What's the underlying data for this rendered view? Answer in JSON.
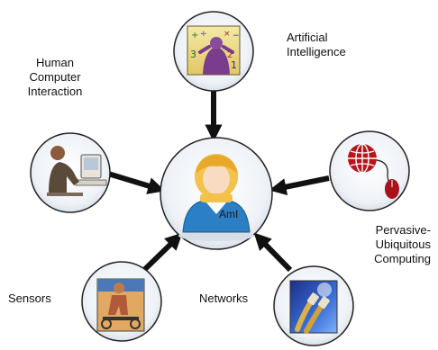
{
  "center": {
    "label": "AmI"
  },
  "nodes": {
    "ai": {
      "lines": [
        "Artificial",
        "Intelligence"
      ]
    },
    "hci": {
      "lines": [
        "Human",
        "Computer",
        "Interaction"
      ]
    },
    "pervasive": {
      "lines": [
        "Pervasive-",
        "Ubiquitous",
        "Computing"
      ]
    },
    "sensors": {
      "lines": [
        "Sensors"
      ]
    },
    "networks": {
      "lines": [
        "Networks"
      ]
    }
  },
  "icons": {
    "ai": "math-symbols-icon",
    "hci": "person-at-computer-icon",
    "pervasive": "globe-mouse-icon",
    "sensors": "athlete-exercise-icon",
    "networks": "network-cable-icon",
    "center": "user-avatar-icon"
  },
  "colors": {
    "circle_stroke": "#222222",
    "arrow": "#111111",
    "circle_fill_outer": "#dfe6f0",
    "circle_fill_inner": "#ffffff"
  }
}
